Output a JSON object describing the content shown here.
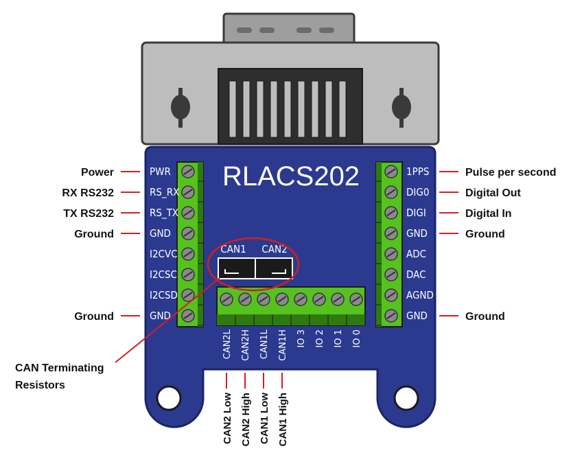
{
  "board": {
    "title": "RLACS202",
    "colors": {
      "board": "#2b3a8f",
      "board_edge": "#1a2566",
      "terminal": "#55c21e",
      "terminal_dark": "#2f7a10",
      "connector_body": "#bdbdbd",
      "connector_dark": "#3a3a3a",
      "callout_line": "#d41f1f",
      "jumper": "#1a1a1a"
    }
  },
  "left_pins": [
    "PWR",
    "RS_RX",
    "RS_TX",
    "GND",
    "I2CVC",
    "I2CSC",
    "I2CSD",
    "GND"
  ],
  "right_pins": [
    "1PPS",
    "DIG0",
    "DIGI",
    "GND",
    "ADC",
    "DAC",
    "AGND",
    "GND"
  ],
  "bottom_pins": [
    "CAN2L",
    "CAN2H",
    "CAN1L",
    "CAN1H",
    "IO 3",
    "IO 2",
    "IO 1",
    "IO 0"
  ],
  "jumpers": {
    "left": "CAN1",
    "right": "CAN2"
  },
  "left_callouts": [
    {
      "text": "Power",
      "pin": 0
    },
    {
      "text": "RX RS232",
      "pin": 1
    },
    {
      "text": "TX RS232",
      "pin": 2
    },
    {
      "text": "Ground",
      "pin": 3
    },
    {
      "text": "Ground",
      "pin": 7
    }
  ],
  "right_callouts": [
    {
      "text": "Pulse per second",
      "pin": 0
    },
    {
      "text": "Digital Out",
      "pin": 1
    },
    {
      "text": "Digital In",
      "pin": 2
    },
    {
      "text": "Ground",
      "pin": 3
    },
    {
      "text": "Ground",
      "pin": 7
    }
  ],
  "bottom_callouts": [
    {
      "text": "CAN2 Low",
      "pin": 0
    },
    {
      "text": "CAN2 High",
      "pin": 1
    },
    {
      "text": "CAN1 Low",
      "pin": 2
    },
    {
      "text": "CAN1 High",
      "pin": 3
    }
  ],
  "terminating_callout": [
    "CAN Terminating",
    "Resistors"
  ]
}
